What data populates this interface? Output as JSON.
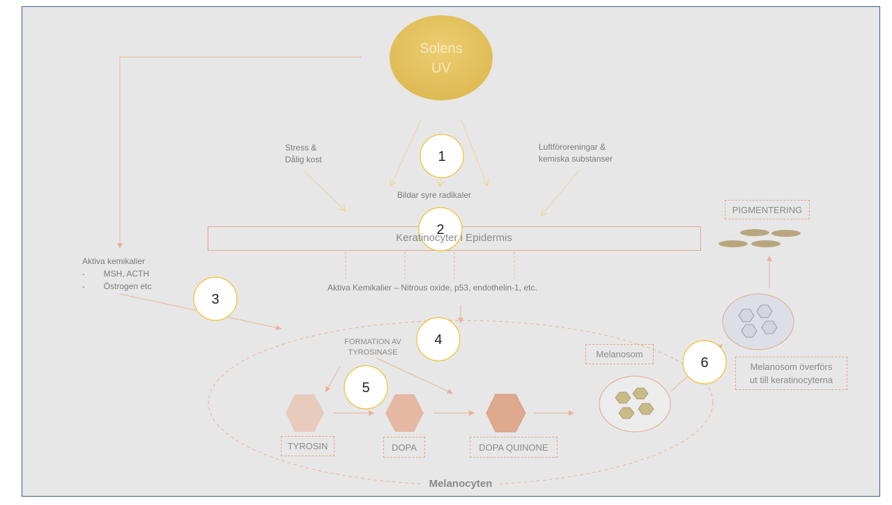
{
  "sun": {
    "line1": "Solens",
    "line2": "UV"
  },
  "labels": {
    "stress": "Stress &\nDålig kost",
    "pollution": "Luftföroreningar &\nkemiska substanser",
    "radicals": "Bildar syre radikaler",
    "keratinocytes": "Keratinocyter i Epidermis",
    "active_chemicals_left": "Aktiva kemikalier\n-        MSH, ACTH\n-        Östrogen etc",
    "active_chemicals_mid": "Aktiva Kemikalier – Nitrous oxide, p53, endothelin-1,  etc.",
    "formation": "FORMATION AV\nTYROSINASE",
    "melanocyte": "Melanocyten",
    "pigmentering": "PIGMENTERING",
    "melanosom": "Melanosom",
    "transfer": "Melanosom överförs\nut till keratinocyterna",
    "tyrosin": "TYROSIN",
    "dopa": "DOPA",
    "dopa_quinone": "DOPA QUINONE"
  },
  "steps": [
    "1",
    "2",
    "3",
    "4",
    "5",
    "6"
  ],
  "colors": {
    "frame_bg": "#e7e7e7",
    "frame_border": "#3d5a80",
    "sun": "#e2c15f",
    "arrow_yellow": "#efd49a",
    "arrow_salmon": "#eab39a",
    "hex_light": "#e8cbbd",
    "hex_mid": "#e5b8a3",
    "hex_dark": "#dfa98d",
    "pigment": "#b8a67e",
    "melanosome_hex": "#c9bb86",
    "cell_blue_hex": "#d2d7de"
  }
}
